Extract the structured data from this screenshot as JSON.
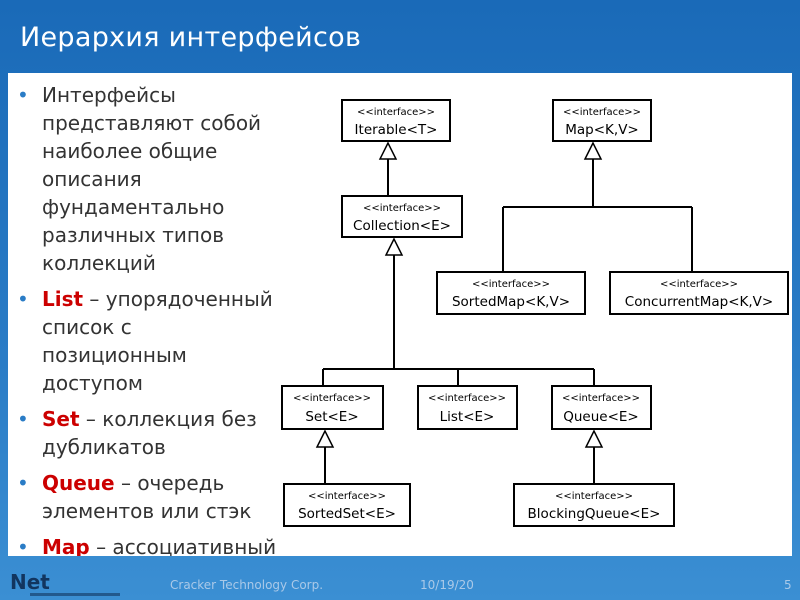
{
  "slide": {
    "title": "Иерархия интерфейсов"
  },
  "bullets": [
    {
      "keyword": "",
      "text": "Интерфейсы представляют собой наиболее общие описания фундаментально различных типов коллекций"
    },
    {
      "keyword": "List",
      "text": " – упорядоченный список с позиционным доступом"
    },
    {
      "keyword": "Set",
      "text": " – коллекция без дубликатов"
    },
    {
      "keyword": "Queue",
      "text": " – очередь элементов или стэк"
    },
    {
      "keyword": "Map",
      "text": " – ассоциативный"
    }
  ],
  "diagram": {
    "stereotype": "<<interface>>",
    "nodes": {
      "iterable": "Iterable<T>",
      "map": "Map<K,V>",
      "collection": "Collection<E>",
      "sortedmap": "SortedMap<K,V>",
      "concurrentmap": "ConcurrentMap<K,V>",
      "set": "Set<E>",
      "list": "List<E>",
      "queue": "Queue<E>",
      "sortedset": "SortedSet<E>",
      "blockingqueue": "BlockingQueue<E>"
    }
  },
  "footer": {
    "logo": "Net",
    "company": "Cracker Technology Corp.",
    "date": "10/19/20",
    "page": "5"
  },
  "colors": {
    "background": "#2a7cc6",
    "keyword": "#cc0000",
    "bullet": "#2a7cc6"
  }
}
